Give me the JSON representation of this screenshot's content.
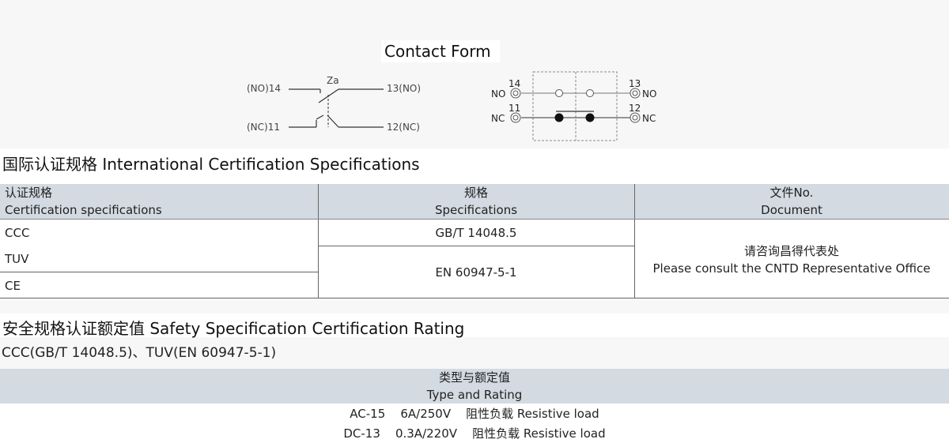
{
  "contact_form": {
    "title": "Contact Form",
    "schematic": {
      "label_no14": "(NO)14",
      "label_za": "Za",
      "label_13no": "13(NO)",
      "label_nc11": "(NC)11",
      "label_12nc": "12(NC)"
    },
    "terminal": {
      "n14": "14",
      "no_left": "NO",
      "n11": "11",
      "nc_left": "NC",
      "n13": "13",
      "no_right": "NO",
      "n12": "12",
      "nc_right": "NC"
    }
  },
  "intl_cert": {
    "heading": "国际认证规格 International Certification Specifications",
    "headers": {
      "col1_cn": "认证规格",
      "col1_en": "Certification specifications",
      "col2_cn": "规格",
      "col2_en": "Specifications",
      "col3_cn": "文件No.",
      "col3_en": "Document"
    },
    "rows": [
      "CCC",
      "TUV",
      "CE"
    ],
    "spec_ccc": "GB/T 14048.5",
    "spec_tuv_ce": "EN 60947-5-1",
    "document_cn": "请咨询昌得代表处",
    "document_en": "Please consult the CNTD Representative Office"
  },
  "safety": {
    "heading": "安全规格认证额定值 Safety Specification Certification Rating",
    "note": "CCC(GB/T 14048.5)、TUV(EN 60947-5-1)",
    "header_cn": "类型与额定值",
    "header_en": "Type and Rating",
    "rows": [
      "AC-15    6A/250V    阻性负载 Resistive load",
      "DC-13    0.3A/220V    阻性负载 Resistive load"
    ]
  }
}
